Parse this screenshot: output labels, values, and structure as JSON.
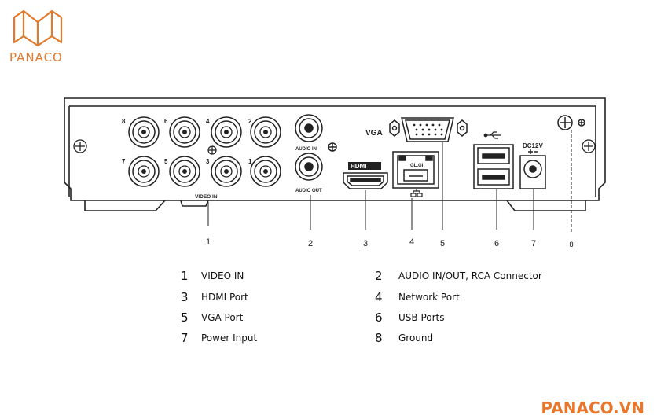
{
  "brand": {
    "logo_text": "PANACO",
    "footer": "PANACO.VN",
    "accent_color": "#e8772e"
  },
  "device": {
    "bnc_numbers": [
      "8",
      "6",
      "4",
      "2",
      "7",
      "5",
      "3",
      "1"
    ],
    "video_in_label": "VIDEO IN",
    "audio_in_label": "AUDIO IN",
    "audio_out_label": "AUDIO OUT",
    "vga_label": "VGA",
    "hdmi_label": "HDMI",
    "lan_label": "GL.GI",
    "dc_label": "DC12V"
  },
  "callouts": [
    "1",
    "2",
    "3",
    "4",
    "5",
    "6",
    "7",
    "8"
  ],
  "legend": [
    {
      "num": "1",
      "label": "VIDEO IN"
    },
    {
      "num": "2",
      "label": "AUDIO IN/OUT, RCA Connector"
    },
    {
      "num": "3",
      "label": "HDMI Port"
    },
    {
      "num": "4",
      "label": "Network Port"
    },
    {
      "num": "5",
      "label": "VGA Port"
    },
    {
      "num": "6",
      "label": "USB Ports"
    },
    {
      "num": "7",
      "label": "Power Input"
    },
    {
      "num": "8",
      "label": "Ground"
    }
  ]
}
